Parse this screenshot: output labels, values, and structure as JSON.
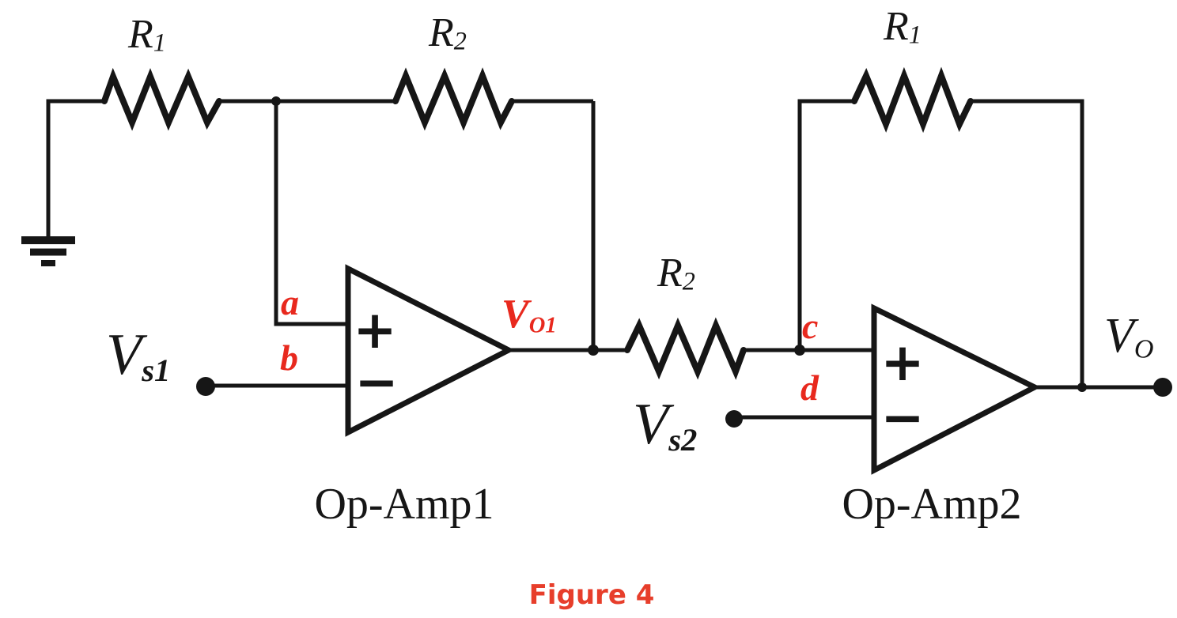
{
  "figure": {
    "caption": "Figure 4"
  },
  "colors": {
    "line": "#161616",
    "text": "#161616",
    "node_label_red": "#e8291e",
    "caption_red": "#e73e2b",
    "background": "#ffffff"
  },
  "labels": {
    "r1_left": {
      "main": "R",
      "sub": "1"
    },
    "r2_top": {
      "main": "R",
      "sub": "2"
    },
    "r2_mid": {
      "main": "R",
      "sub": "2"
    },
    "r1_right": {
      "main": "R",
      "sub": "1"
    },
    "vs1": {
      "main": "V",
      "sub": "s1"
    },
    "vs2": {
      "main": "V",
      "sub": "s2"
    },
    "vo1": {
      "main": "V",
      "sub": "O1"
    },
    "vo": {
      "main": "V",
      "sub": "O"
    },
    "node_a": "a",
    "node_b": "b",
    "node_c": "c",
    "node_d": "d",
    "opamp1": "Op-Amp1",
    "opamp2": "Op-Amp2"
  },
  "opamp_symbols": {
    "plus": "+",
    "minus": "−"
  },
  "circuit": {
    "description": "Two-stage op-amp circuit",
    "stage1": {
      "opamp": "Op-Amp1",
      "resistor_from_ground_to_node_a": "R1",
      "feedback_resistor_node_a_to_output": "R2",
      "noninverting_input_node": "a",
      "inverting_input_node": "b",
      "inverting_input_source": "Vs1",
      "output_node": "VO1"
    },
    "stage2": {
      "opamp": "Op-Amp2",
      "coupling_resistor_from_VO1_to_node_c": "R2",
      "feedback_resistor_node_c_to_output": "R1",
      "noninverting_input_node": "c",
      "inverting_input_node": "d",
      "inverting_input_source": "Vs2",
      "output_node": "VO"
    }
  }
}
